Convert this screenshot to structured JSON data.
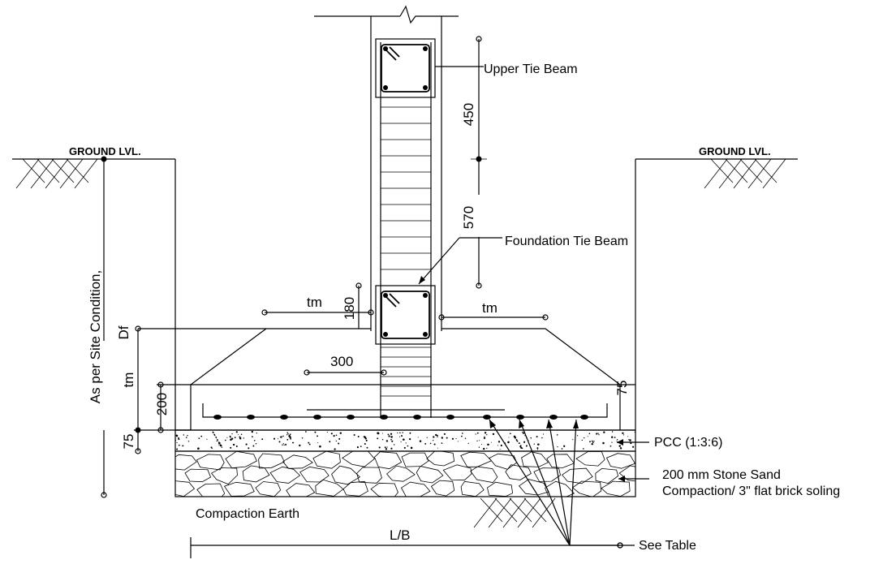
{
  "labels": {
    "upper_tie_beam": "Upper Tie Beam",
    "foundation_tie_beam": "Foundation Tie Beam",
    "ground_lvl_left": "GROUND LVL.",
    "ground_lvl_right": "GROUND LVL.",
    "site_condition_line1": "As per Site Condition,",
    "site_condition_line2": "Df",
    "pcc": "PCC (1:3:6)",
    "soling_line1": "200 mm Stone Sand",
    "soling_line2": "Compaction/ 3\" flat brick soling",
    "compaction_earth": "Compaction Earth",
    "see_table": "See Table"
  },
  "dimensions": {
    "d450": "450",
    "d570": "570",
    "d180": "180",
    "tm_left": "tm",
    "tm_right": "tm",
    "tm_vertical": "tm",
    "d300": "300",
    "d200": "200",
    "d75_left": "75",
    "d75_right": "75",
    "lb": "L/B"
  }
}
